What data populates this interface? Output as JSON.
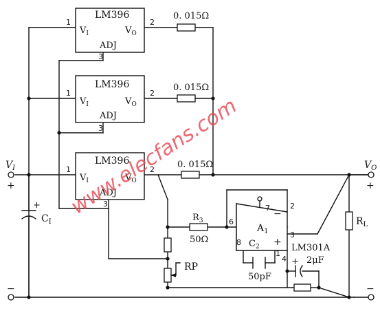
{
  "regulator": {
    "part": "LM396",
    "vin": "V",
    "vin_sub": "I",
    "vout": "V",
    "vout_sub": "O",
    "adj": "ADJ",
    "pin_in": "1",
    "pin_out": "2",
    "pin_adj": "3"
  },
  "sense_resistor": "0. 015Ω",
  "input": {
    "label": "V",
    "sub": "I",
    "plus": "+",
    "minus": "−"
  },
  "output": {
    "label": "V",
    "sub": "O",
    "plus": "+",
    "minus": "−"
  },
  "c1": {
    "label": "C",
    "sub": "I",
    "plus": "+"
  },
  "rl": {
    "label": "R",
    "sub": "L"
  },
  "r3": {
    "label": "R",
    "sub": "3",
    "value": "50Ω"
  },
  "rp": "RP",
  "opamp": {
    "label": "A",
    "sub": "1",
    "part": "LM301A",
    "minus": "−",
    "plus": "+",
    "pins": {
      "p2": "2",
      "p3": "3",
      "p6": "6",
      "p7": "7",
      "p8": "8",
      "p1": "1",
      "p4": "4"
    }
  },
  "c2": {
    "label": "C",
    "sub": "2",
    "value": "50pF"
  },
  "c3": {
    "plus": "+",
    "value": "2μF"
  },
  "watermark": "www.elecfans.com"
}
